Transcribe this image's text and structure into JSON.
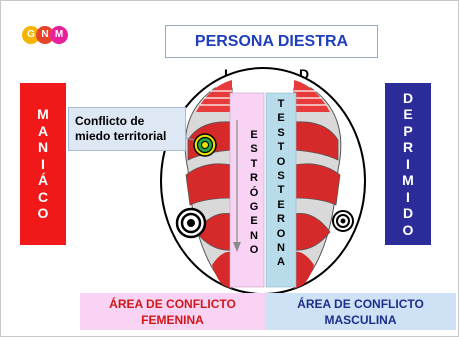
{
  "title": "PERSONA DIESTRA",
  "logo": {
    "letters": [
      "G",
      "N",
      "M"
    ],
    "colors": [
      "#f5b400",
      "#e8432b",
      "#e8209a"
    ]
  },
  "hemispheres": {
    "left": "I",
    "right": "D"
  },
  "left_state": {
    "letters": [
      "M",
      "A",
      "N",
      "I",
      "Á",
      "C",
      "O"
    ],
    "color": "#f01818"
  },
  "right_state": {
    "letters": [
      "D",
      "E",
      "P",
      "R",
      "I",
      "M",
      "I",
      "D",
      "O"
    ],
    "color": "#2b2c9a"
  },
  "callout": {
    "line1": "Conflicto de",
    "line2": "miedo territorial"
  },
  "hormones": {
    "left": {
      "letters": [
        "E",
        "S",
        "T",
        "R",
        "Ó",
        "G",
        "E",
        "N",
        "O"
      ],
      "color": "#f9d3f4"
    },
    "right": {
      "letters": [
        "T",
        "E",
        "S",
        "T",
        "O",
        "S",
        "T",
        "E",
        "R",
        "O",
        "N",
        "A"
      ],
      "color": "#b8dcea"
    }
  },
  "areas": {
    "female": {
      "line1": "ÁREA DE CONFLICTO",
      "line2": "FEMENINA"
    },
    "male": {
      "line1": "ÁREA DE CONFLICTO",
      "line2": "MASCULINA"
    }
  }
}
